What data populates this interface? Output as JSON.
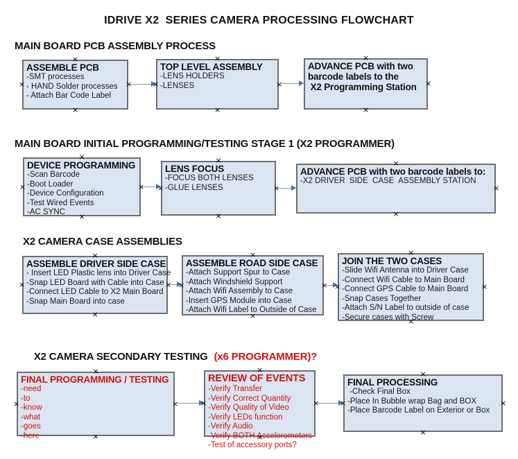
{
  "title": "IDRIVE X2  SERIES CAMERA PROCESSING FLOWCHART",
  "colors": {
    "box_fill": "#dbe5f1",
    "box_border": "#6e6e6e",
    "red_text": "#cc1414",
    "connector_line": "#7f96b4",
    "arrow_head": "#4a6fae"
  },
  "sections": [
    {
      "header": "MAIN BOARD PCB ASSEMBLY PROCESS",
      "boxes": [
        {
          "title": "ASSEMBLE PCB",
          "items": [
            "-SMT processes",
            "- HAND Solder processes",
            "- Attach Bar Code Label"
          ]
        },
        {
          "title": "TOP LEVEL ASSEMBLY",
          "items": [
            "-LENS HOLDERS",
            "-LENSES"
          ]
        },
        {
          "title_lines": [
            "ADVANCE PCB with two",
            "barcode labels to the",
            " X2 Programming Station"
          ],
          "items": []
        }
      ]
    },
    {
      "header": "MAIN BOARD INITIAL PROGRAMMING/TESTING STAGE 1 (X2 PROGRAMMER)",
      "boxes": [
        {
          "title": "DEVICE PROGRAMMING",
          "items": [
            "-Scan Barcode",
            "-Boot Loader",
            "-Device Configuration",
            "-Test Wired Events",
            "-AC SYNC"
          ]
        },
        {
          "title": "LENS FOCUS",
          "items": [
            "-FOCUS BOTH LENSES",
            "-GLUE LENSES"
          ]
        },
        {
          "title": "ADVANCE PCB with two barcode labels to:",
          "items": [
            "-X2 DRIVER  SIDE  CASE  ASSEMBLY STATION"
          ]
        }
      ]
    },
    {
      "header": "X2 CAMERA CASE ASSEMBLIES",
      "boxes": [
        {
          "title": "ASSEMBLE DRIVER SIDE CASE",
          "items": [
            "- Insert LED Plastic lens into Driver Case",
            "-Snap LED Board with Cable into Case",
            "-Connect LED Cable to X2 Main Board",
            "-Snap Main Board into case"
          ]
        },
        {
          "title": "ASSEMBLE ROAD SIDE CASE",
          "items": [
            "-Attach Support Spur to Case",
            "-Attach Windshield Support",
            "-Attach Wifi Assembly to Case",
            "-Insert GPS Module into Case",
            "-Attach Wifi Label to Outside of Case"
          ]
        },
        {
          "title": "JOIN THE TWO CASES",
          "items": [
            "-Slide Wifi Antenna into Driver Case",
            "-Connect Wifi Cable to Main Board",
            "-Connect GPS Cable to Main Board",
            "-Snap Cases Together",
            "-Attach S/N Label to outside of case",
            "-Secure cases with Screw"
          ]
        }
      ]
    },
    {
      "header": "X2 CAMERA SECONDARY TESTING",
      "header_red": "(x6 PROGRAMMER)?",
      "boxes": [
        {
          "title": "FINAL PROGRAMMING / TESTING",
          "items": [
            "-need",
            "-to",
            "-know",
            "-what",
            "-goes",
            "-here"
          ]
        },
        {
          "title": "REVIEW OF EVENTS",
          "items": [
            "-Verify Transfer",
            "-Verify Correct Quantity",
            "-Verify Quality of Video",
            "-Verify LEDs function",
            "-Verify Audio",
            "-Verify BOTH Accelerometers",
            "-Test of accessory ports?"
          ]
        },
        {
          "title": "FINAL PROCESSING",
          "items": [
            " -Check Final Box",
            "-Place In Bubble wrap Bag and BOX",
            "-Place Barcode Label on Exterior or Box"
          ]
        }
      ]
    }
  ]
}
